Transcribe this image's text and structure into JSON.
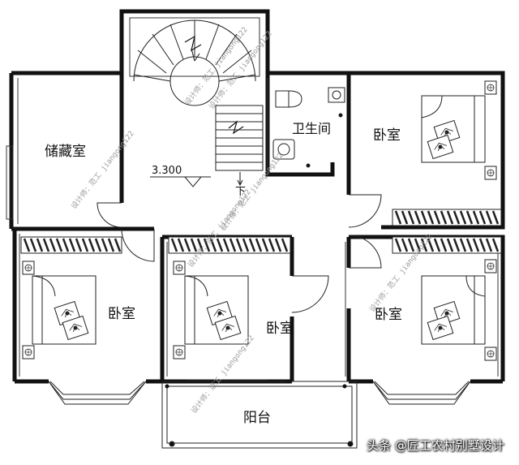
{
  "rooms": {
    "storage": "储藏室",
    "bathroom": "卫生间",
    "bedroom_ne": "卧室",
    "bedroom_sw": "卧室",
    "bedroom_center": "卧室",
    "bedroom_se": "卧室",
    "balcony": "阳台"
  },
  "stair": {
    "elevation": "3.300",
    "direction": "下"
  },
  "watermark": "设计师：范工 jiangong122",
  "footer": "头条 @匠工农村别墅设计"
}
